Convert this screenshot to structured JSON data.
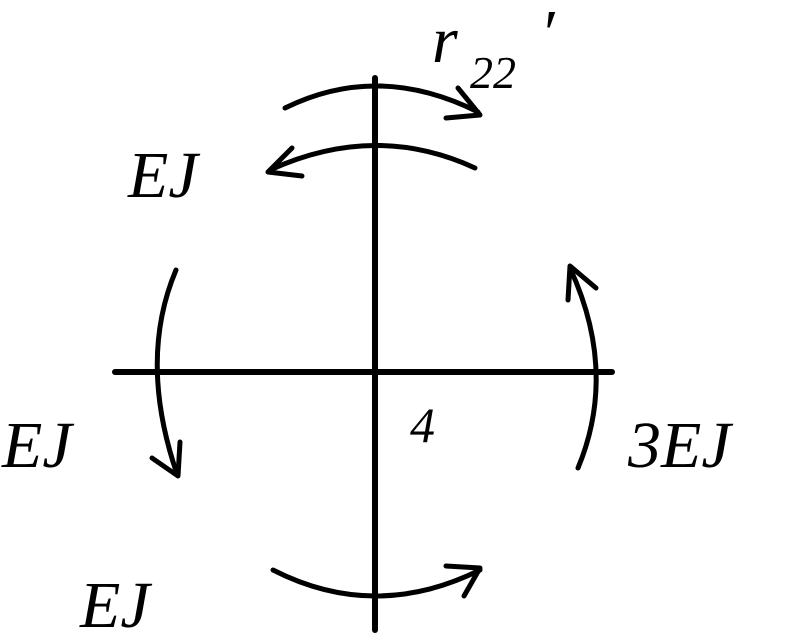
{
  "diagram": {
    "moment_labels": {
      "top_left": "EJ",
      "left": "EJ",
      "right": "3EJ",
      "bottom": "EJ"
    },
    "node_label": "4",
    "reaction_label": {
      "base": "r",
      "subscript": "22",
      "prime": "′"
    },
    "colors": {
      "ink": "#000000",
      "background": "#ffffff"
    }
  }
}
